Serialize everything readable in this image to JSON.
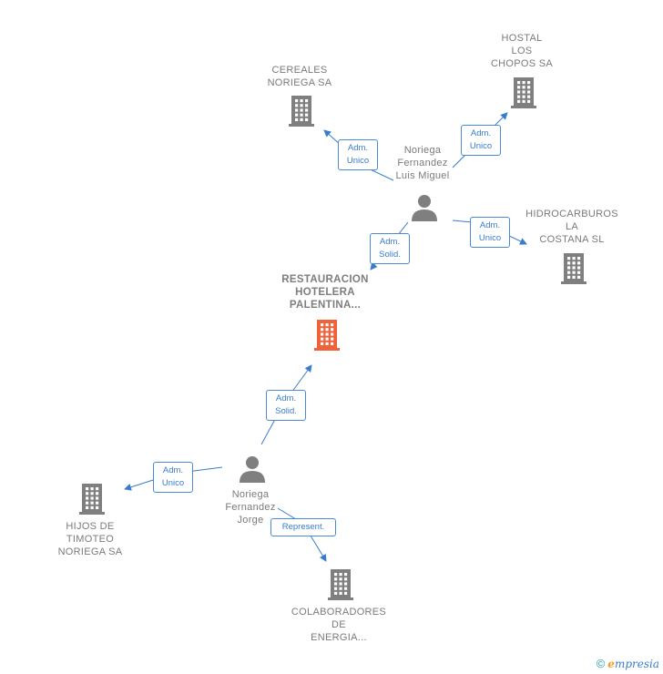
{
  "nodes": {
    "cereales": {
      "label": "CEREALES\nNORIEGA SA",
      "kind": "company"
    },
    "hostal": {
      "label": "HOSTAL\nLOS\nCHOPOS SA",
      "kind": "company"
    },
    "hidrocarburos": {
      "label": "HIDROCARBUROS\nLA\nCOSTANA  SL",
      "kind": "company"
    },
    "restauracion": {
      "label": "RESTAURACION\nHOTELERA\nPALENTINA...",
      "kind": "company-main"
    },
    "hijos": {
      "label": "HIJOS DE\nTIMOTEO\nNORIEGA SA",
      "kind": "company"
    },
    "colaboradores": {
      "label": "COLABORADORES\nDE\nENERGIA...",
      "kind": "company"
    },
    "luis_miguel": {
      "label": "Noriega\nFernandez\nLuis Miguel",
      "kind": "person"
    },
    "jorge": {
      "label": "Noriega\nFernandez\nJorge",
      "kind": "person"
    }
  },
  "edges": [
    {
      "from": "luis_miguel",
      "to": "cereales",
      "label": "Adm.\nUnico"
    },
    {
      "from": "luis_miguel",
      "to": "hostal",
      "label": "Adm.\nUnico"
    },
    {
      "from": "luis_miguel",
      "to": "hidrocarburos",
      "label": "Adm.\nUnico"
    },
    {
      "from": "luis_miguel",
      "to": "restauracion",
      "label": "Adm.\nSolid."
    },
    {
      "from": "jorge",
      "to": "restauracion",
      "label": "Adm.\nSolid."
    },
    {
      "from": "jorge",
      "to": "hijos",
      "label": "Adm.\nUnico"
    },
    {
      "from": "jorge",
      "to": "colaboradores",
      "label": "Represent."
    }
  ],
  "colors": {
    "company": "#7f7f7f",
    "company_main": "#f0623a",
    "person": "#7f7f7f",
    "edge": "#3a7ccc"
  },
  "footer": {
    "copyright": "©",
    "brand_initial": "e",
    "brand_rest": "mpresia"
  }
}
